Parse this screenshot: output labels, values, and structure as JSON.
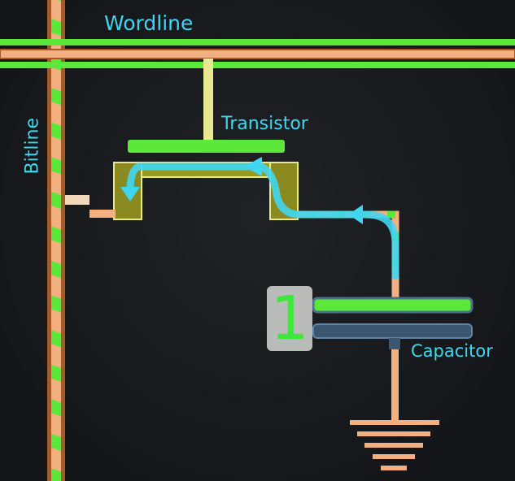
{
  "labels": {
    "wordline": "Wordline",
    "bitline": "Bitline",
    "transistor": "Transistor",
    "capacitor": "Capacitor"
  },
  "capacitor_state": "1",
  "colors": {
    "wire": "#f2b080",
    "active": "#5ce83a",
    "gate_stem": "#e8e890",
    "charge_flow": "#3fd6ef",
    "plate_discharged": "#4e6f8c",
    "label": "#3fd6ef"
  }
}
